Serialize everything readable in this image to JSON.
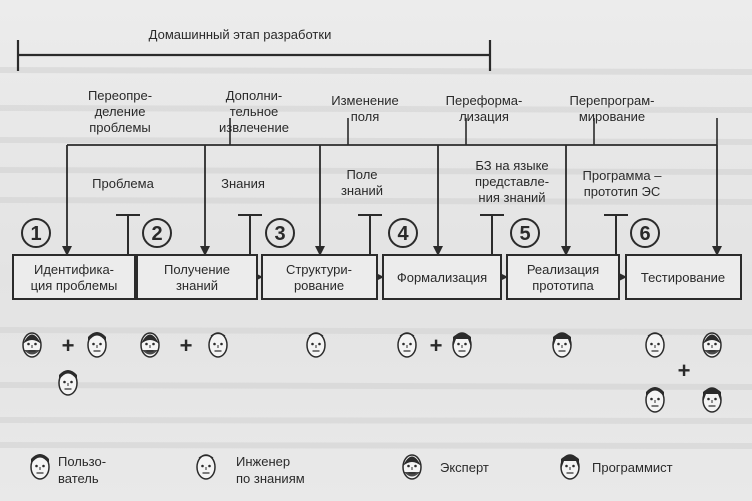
{
  "header": {
    "title": "Домашинный этап разработки"
  },
  "stages": [
    {
      "num": "1",
      "box": [
        "Идентифика-",
        "ция проблемы"
      ]
    },
    {
      "num": "2",
      "box": [
        "Получение",
        "знаний"
      ]
    },
    {
      "num": "3",
      "box": [
        "Структури-",
        "рование"
      ]
    },
    {
      "num": "4",
      "box": [
        "Формализация"
      ]
    },
    {
      "num": "5",
      "box": [
        "Реализация",
        "прототипа"
      ]
    },
    {
      "num": "6",
      "box": [
        "Тестирование"
      ]
    }
  ],
  "feedback": [
    [
      "Переопре-",
      "деление",
      "проблемы"
    ],
    [
      "Дополни-",
      "тельное",
      "извлечение"
    ],
    [
      "Изменение",
      "поля"
    ],
    [
      "Переформа-",
      "лизация"
    ],
    [
      "Перепрограм-",
      "мирование"
    ]
  ],
  "outputs": [
    [
      "Проблема"
    ],
    [
      "Знания"
    ],
    [
      "Поле",
      "знаний"
    ],
    [
      "БЗ на языке",
      "представле-",
      "ния знаний"
    ],
    [
      "Программа –",
      "прототип ЭС"
    ]
  ],
  "plus": "+",
  "legend": [
    {
      "type": "user",
      "label": [
        "Пользо-",
        "ватель"
      ]
    },
    {
      "type": "engineer",
      "label": [
        "Инженер",
        "по знаниям"
      ]
    },
    {
      "type": "expert",
      "label": [
        "Эксперт"
      ]
    },
    {
      "type": "programmer",
      "label": [
        "Программист"
      ]
    }
  ],
  "colors": {
    "ink": "#2b2b2b",
    "box_fill": "#ececec",
    "background": "#e6e6e6"
  }
}
